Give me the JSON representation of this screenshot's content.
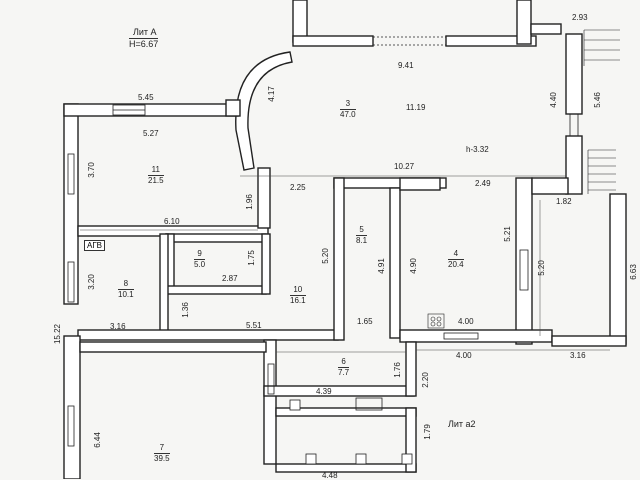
{
  "lit_a": {
    "title": "Лит А",
    "height": "Н=6.67"
  },
  "lit_a2": {
    "title": "Лит а2"
  },
  "agv_label": "АГВ",
  "rooms": [
    {
      "num": "3",
      "area": "47.0"
    },
    {
      "num": "11",
      "area": "21.5"
    },
    {
      "num": "9",
      "area": "5.0"
    },
    {
      "num": "8",
      "area": "10.1"
    },
    {
      "num": "10",
      "area": "16.1"
    },
    {
      "num": "5",
      "area": "8.1"
    },
    {
      "num": "4",
      "area": "20.4"
    },
    {
      "num": "6",
      "area": "7.7"
    },
    {
      "num": "7",
      "area": "39.5"
    }
  ],
  "ceiling_height": "h-3.32",
  "dims": {
    "d293": "2.93",
    "d941": "9.41",
    "d545": "5.45",
    "d527": "5.27",
    "d417": "4.17",
    "d1119": "11.19",
    "d440": "4.40",
    "d546": "5.46",
    "d370": "3.70",
    "d1027": "10.27",
    "d225": "2.25",
    "d249": "2.49",
    "d182": "1.82",
    "d196": "1.96",
    "d610": "6.10",
    "d521": "5.21",
    "d320a": "3.20",
    "d175": "1.75",
    "d287": "2.87",
    "d520a": "5.20",
    "d491": "4.91",
    "d490": "4.90",
    "d520b": "5.20",
    "d663": "6.63",
    "d136": "1.36",
    "d316a": "3.16",
    "d551": "5.51",
    "d165": "1.65",
    "d400a": "4.00",
    "d1522": "15.22",
    "d400b": "4.00",
    "d316b": "3.16",
    "d176": "1.76",
    "d220": "2.20",
    "d439": "4.39",
    "d644": "6.44",
    "d179": "1.79",
    "d448": "4.48"
  }
}
